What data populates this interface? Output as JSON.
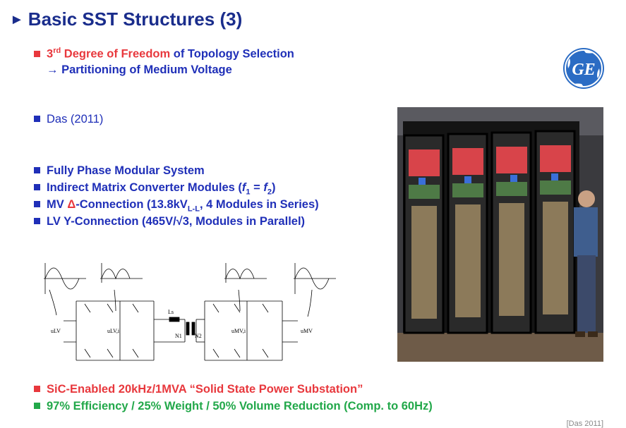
{
  "title": "Basic SST Structures (3)",
  "freedom": {
    "line1_sup_prefix": "3",
    "line1_sup": "rd",
    "line1_red": "Degree of Freedom",
    "line1_rest": "of Topology Selection",
    "line2": "→ Partitioning of Medium Voltage"
  },
  "das": "Das (2011)",
  "features": {
    "f1": "Fully Phase Modular System",
    "f2_a": "Indirect Matrix Converter Modules (",
    "f2_f": "f",
    "f2_s1": "1",
    "f2_eq": " = ",
    "f2_s2": "2",
    "f2_b": ")",
    "f3_a": "MV ",
    "f3_delta": "Δ",
    "f3_b": "-Connection (13.8kV",
    "f3_sub": "L-L",
    "f3_c": ", 4 Modules in Series)",
    "f4": "LV  Y-Connection (465V/√3,  Modules in Parallel)"
  },
  "circuit_labels": {
    "u_lv": "uLV",
    "u_lv_i": "uLV,i",
    "l_s": "Ls",
    "n1": "N1",
    "n2": "N2",
    "u_mv_i": "uMV,i",
    "u_mv": "uMV"
  },
  "bottom": {
    "b1": "SiC-Enabled 20kHz/1MVA “Solid State Power Substation”",
    "b2": "97% Efficiency / 25% Weight / 50% Volume Reduction (Comp. to 60Hz)"
  },
  "reference": "[Das 2011]",
  "logo_text": "GE",
  "colors": {
    "title": "#1a2d8c",
    "blue": "#1f2fb8",
    "red": "#e8383d",
    "green": "#22a84a",
    "ge": "#2b6cc4"
  }
}
